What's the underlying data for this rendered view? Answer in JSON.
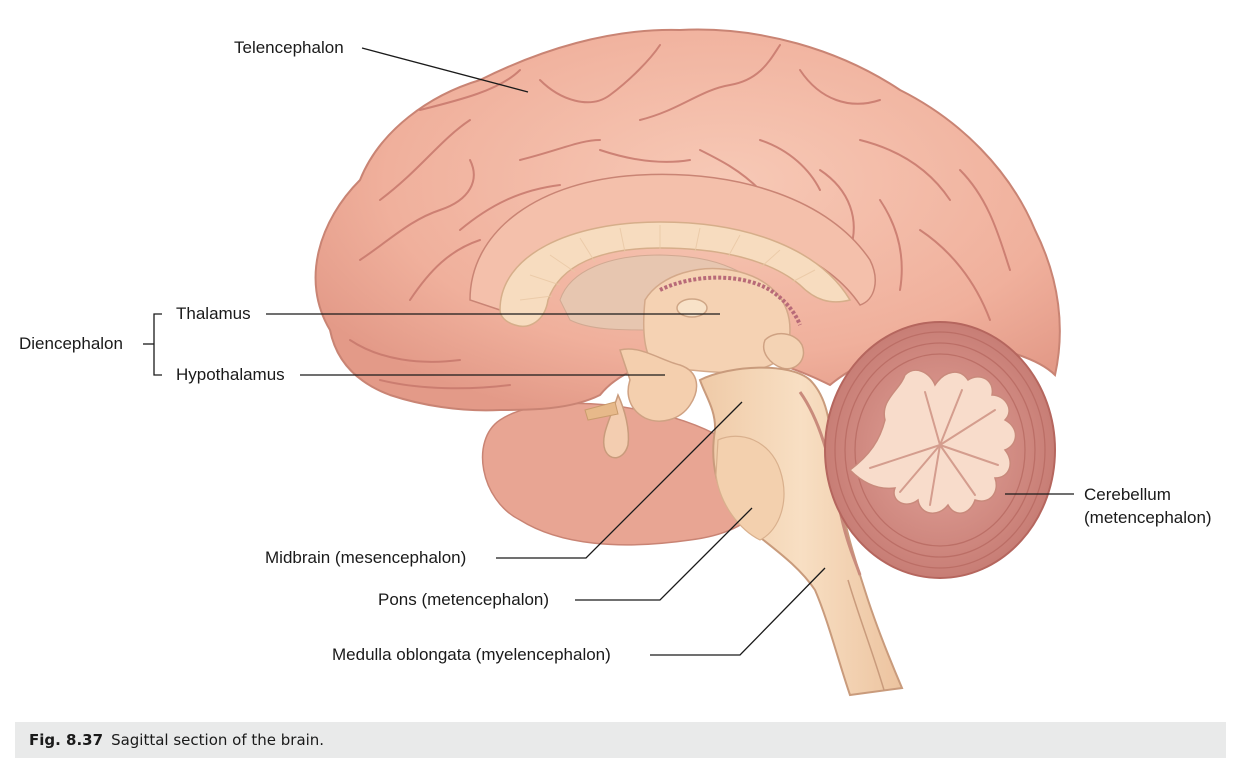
{
  "labels": {
    "telencephalon": "Telencephalon",
    "diencephalon": "Diencephalon",
    "thalamus": "Thalamus",
    "hypothalamus": "Hypothalamus",
    "midbrain": "Midbrain (mesencephalon)",
    "pons": "Pons (metencephalon)",
    "medulla": "Medulla oblongata (myelencephalon)",
    "cerebellum_line1": "Cerebellum",
    "cerebellum_line2": "(metencephalon)"
  },
  "caption": {
    "number": "Fig. 8.37",
    "text": "Sagittal section of the brain."
  },
  "colors": {
    "cortex": "#f2b7a4",
    "cortex_shade": "#e0988a",
    "gyrus_line": "#c7786c",
    "white_matter": "#f7dcbf",
    "brainstem": "#f5d7b8",
    "cerebellum": "#d98f86",
    "cerebellum_white": "#f8dccb",
    "caption_bg": "#e9eaea"
  }
}
